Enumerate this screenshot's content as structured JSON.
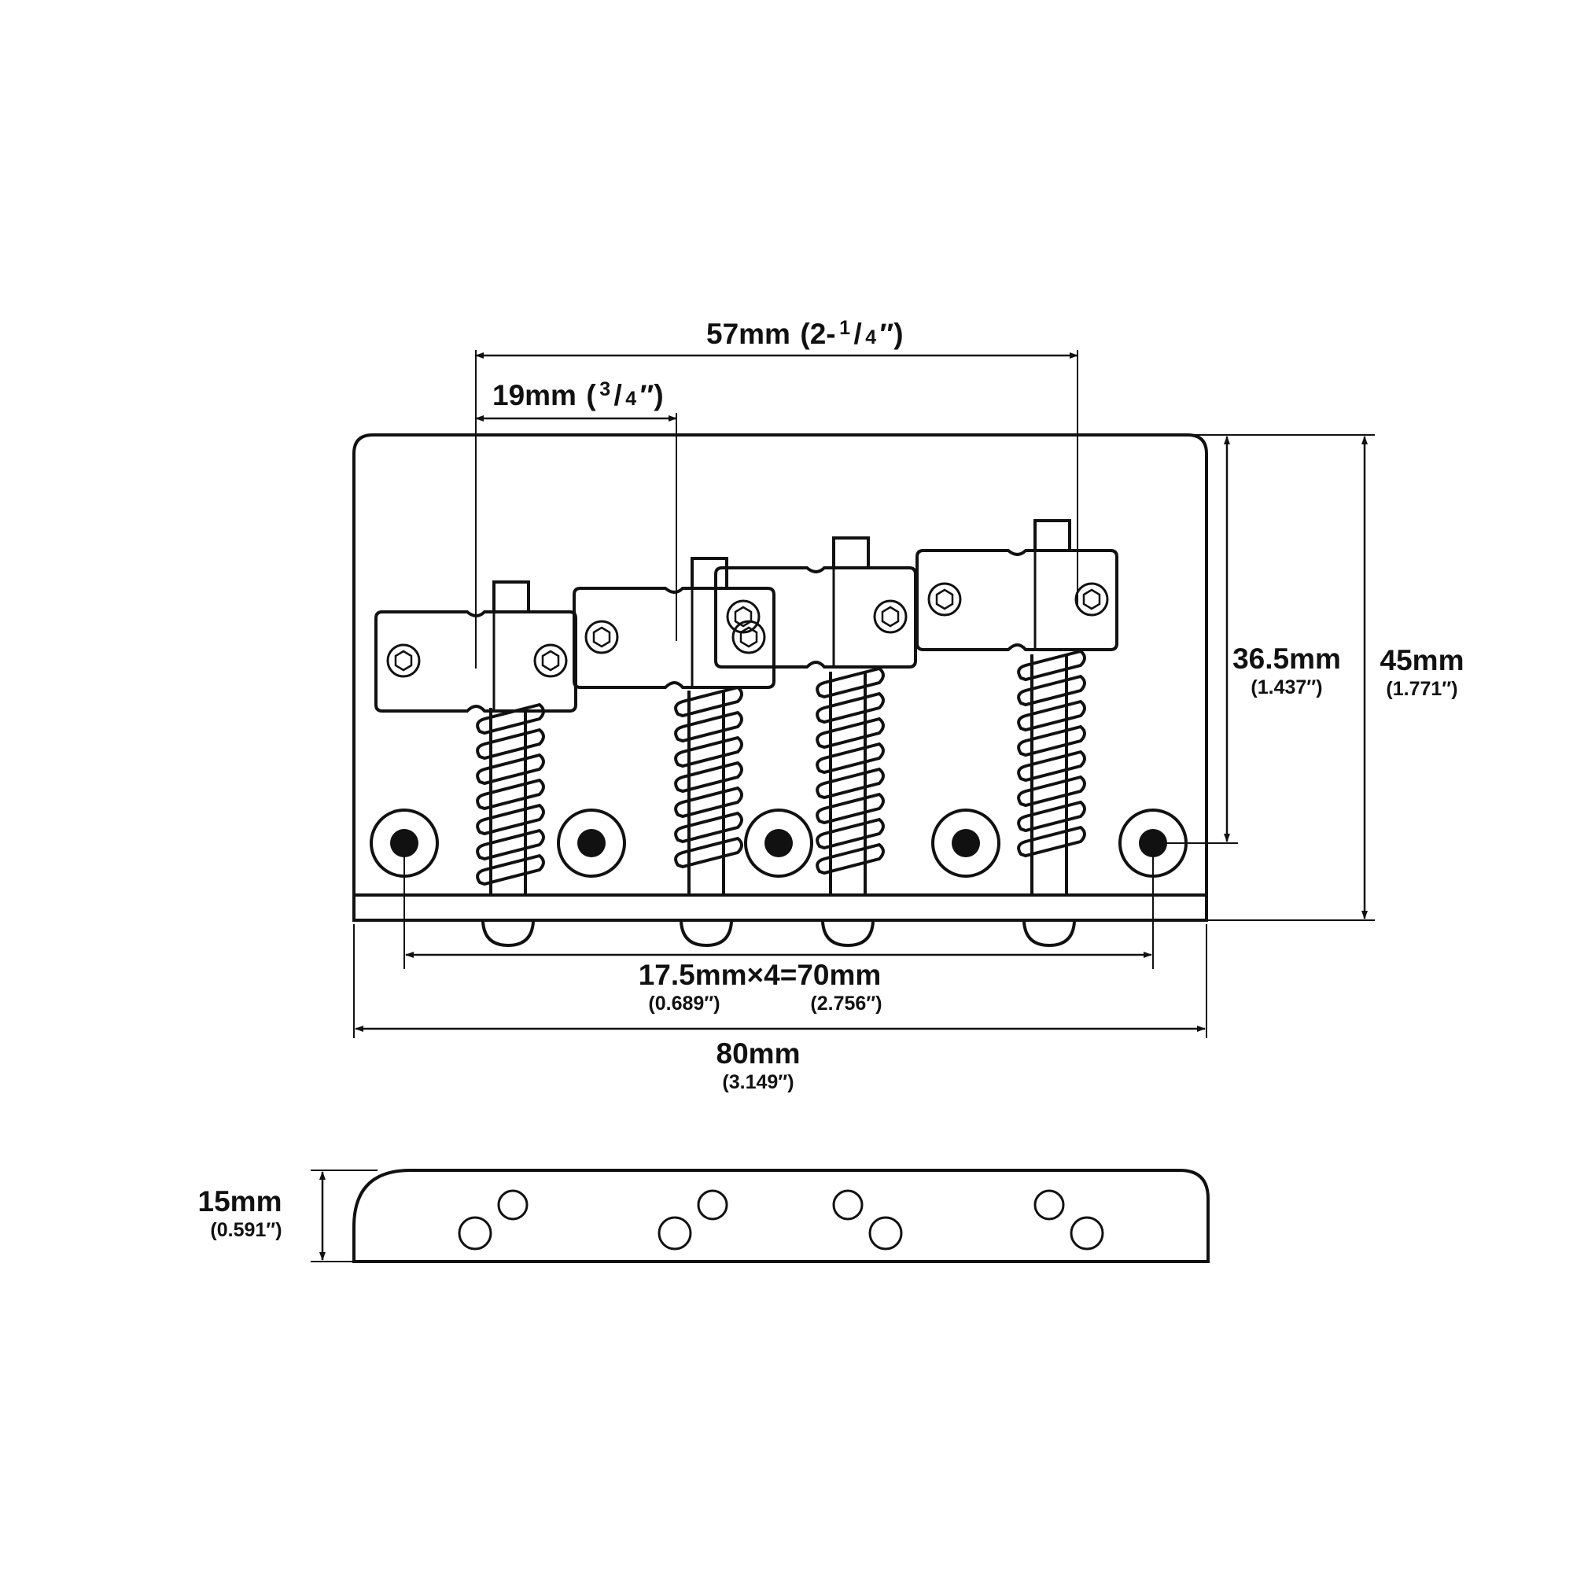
{
  "diagram": {
    "dim_saddle_span": {
      "main": "57mm",
      "fraction": "(2-",
      "sup": "1",
      "slash": "/",
      "sub_den": "4",
      "close": "″)"
    },
    "dim_saddle_width": {
      "main": "19mm",
      "open": "(",
      "sup": "3",
      "slash": "/",
      "sub_den": "4",
      "close": "″)"
    },
    "dim_saddle_height": {
      "main": "36.5mm",
      "inch": "(1.437″)"
    },
    "dim_plate_height": {
      "main": "45mm",
      "inch": "(1.771″)"
    },
    "dim_string_spacing": {
      "main": "17.5mm×4=70mm",
      "inch_a": "(0.689″)",
      "inch_b": "(2.756″)"
    },
    "dim_plate_width": {
      "main": "80mm",
      "inch": "(3.149″)"
    },
    "dim_side_height": {
      "main": "15mm",
      "inch": "(0.591″)"
    }
  }
}
